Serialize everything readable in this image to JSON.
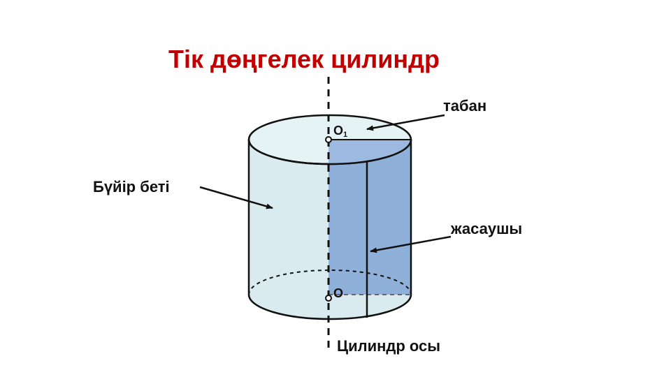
{
  "title": "Тік дөңгелек цилиндр",
  "labels": {
    "base": "табан",
    "lateral_surface": "Бүйір беті",
    "generatrix": "жасаушы",
    "axis": "Цилиндр осы"
  },
  "points": {
    "top_center": "O",
    "top_center_subscript": "1",
    "bottom_center": "O"
  },
  "colors": {
    "title": "#c00000",
    "cylinder_fill": "#daebf0",
    "top_fill": "#e6f3f5",
    "section_fill": "#8fb0d8",
    "outline": "#111111"
  }
}
